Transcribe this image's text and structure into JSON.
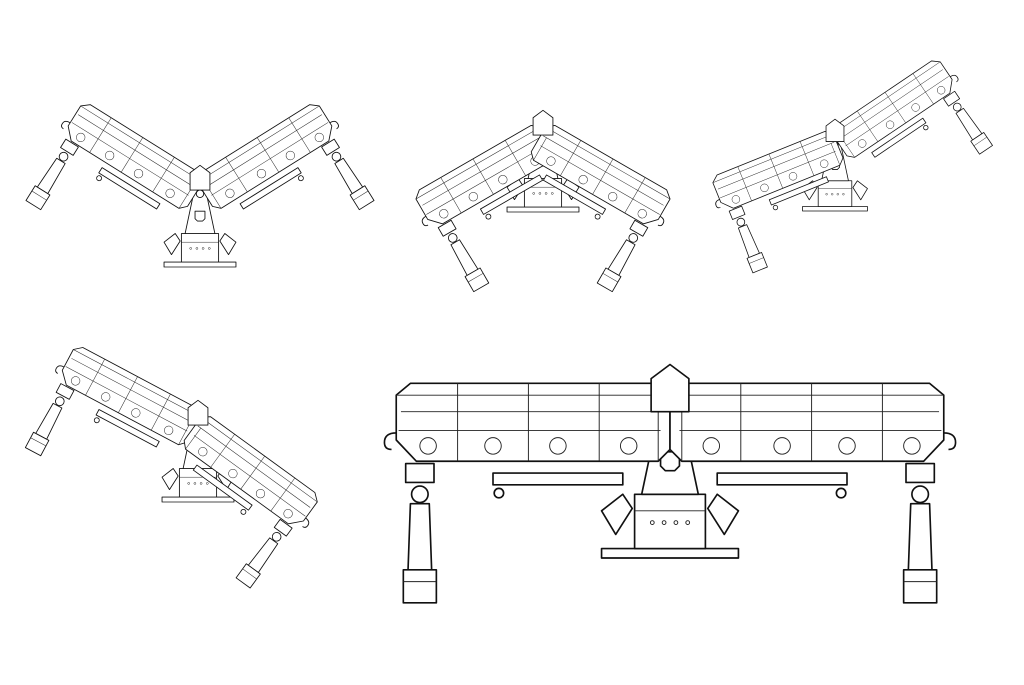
{
  "figure": {
    "background": "#ffffff",
    "line_color": "#111111",
    "views": [
      {
        "name": "view-left-wing-raised",
        "left_angle": 32,
        "right_angle": -32
      },
      {
        "name": "view-wings-folded-up",
        "left_angle": -30,
        "right_angle": 30
      },
      {
        "name": "view-right-wing-raised",
        "left_angle": -22,
        "right_angle": -34
      },
      {
        "name": "view-tilted-right",
        "left_angle": 28,
        "right_angle": 36
      },
      {
        "name": "view-flat-operating",
        "left_angle": 0,
        "right_angle": 0
      }
    ]
  }
}
